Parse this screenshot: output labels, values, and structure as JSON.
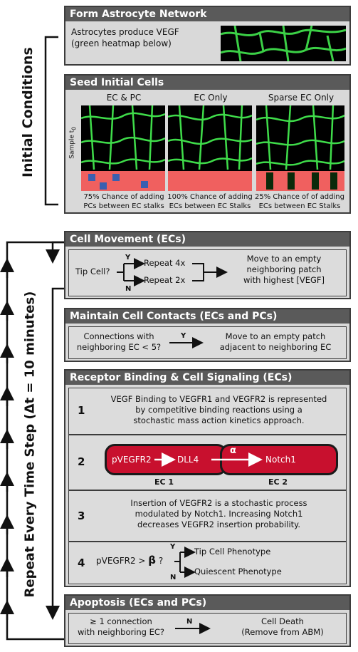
{
  "side_labels": {
    "initial": "Initial Conditions",
    "repeat": "Repeat Every Time Step (Δt = 10 minutes)"
  },
  "form_network": {
    "title": "Form Astrocyte Network",
    "text_line1": "Astrocytes produce VEGF",
    "text_line2": "(green heatmap below)"
  },
  "seed": {
    "title": "Seed Initial Cells",
    "sample_label": "Sample t",
    "sample_sub": "0",
    "columns": [
      {
        "title": "EC & PC",
        "caption1": "75% Chance of adding",
        "caption2": "PCs between EC stalks"
      },
      {
        "title": "EC Only",
        "caption1": "100% Chance of adding",
        "caption2": "ECs between EC Stalks"
      },
      {
        "title": "Sparse EC Only",
        "caption1": "25% Chance of of adding",
        "caption2": "ECs between EC Stalks"
      }
    ]
  },
  "movement": {
    "title": "Cell Movement (ECs)",
    "tip_cell": "Tip Cell?",
    "yes": "Y",
    "no": "N",
    "repeat_yes": "Repeat 4x",
    "repeat_no": "Repeat 2x",
    "result1": "Move to an empty",
    "result2": "neighboring patch",
    "result3": "with highest [VEGF]"
  },
  "contacts": {
    "title": "Maintain Cell Contacts (ECs and PCs)",
    "cond1": "Connections with",
    "cond2": "neighboring EC < 5?",
    "yes": "Y",
    "res1": "Move to an empty patch",
    "res2": "adjacent to neighboring EC"
  },
  "receptor": {
    "title": "Receptor Binding & Cell Signaling (ECs)",
    "step1_num": "1",
    "step1_l1": "VEGF Binding to VEGFR1 and VEGFR2 is represented",
    "step1_l2": "by competitive binding reactions using a",
    "step1_l3": "stochastic mass action kinetics approach.",
    "step2_num": "2",
    "pvegfr2": "pVEGFR2",
    "dll4": "DLL4",
    "alpha": "α",
    "notch1": "Notch1",
    "ec1": "EC 1",
    "ec2": "EC 2",
    "step3_num": "3",
    "step3_l1": "Insertion of VEGFR2 is a stochastic process",
    "step3_l2": "modulated by Notch1. Increasing Notch1",
    "step3_l3": "decreases VEGFR2 insertion probability.",
    "step4_num": "4",
    "cond": "pVEGFR2 >",
    "beta": "β",
    "q": "?",
    "yes": "Y",
    "no": "N",
    "tip": "Tip Cell Phenotype",
    "quiescent": "Quiescent Phenotype"
  },
  "apoptosis": {
    "title": "Apoptosis (ECs and PCs)",
    "cond1": "≥ 1 connection",
    "cond2": "with neighboring EC?",
    "no": "N",
    "res1": "Cell Death",
    "res2": "(Remove from ABM)"
  },
  "colors": {
    "header": "#5a5a5a",
    "panel": "#d9d9d9",
    "ec_cell": "#f0605f",
    "pc_cell": "#3a5fb0",
    "vegf": "#33dd44",
    "ec_box": "#c8102e"
  }
}
